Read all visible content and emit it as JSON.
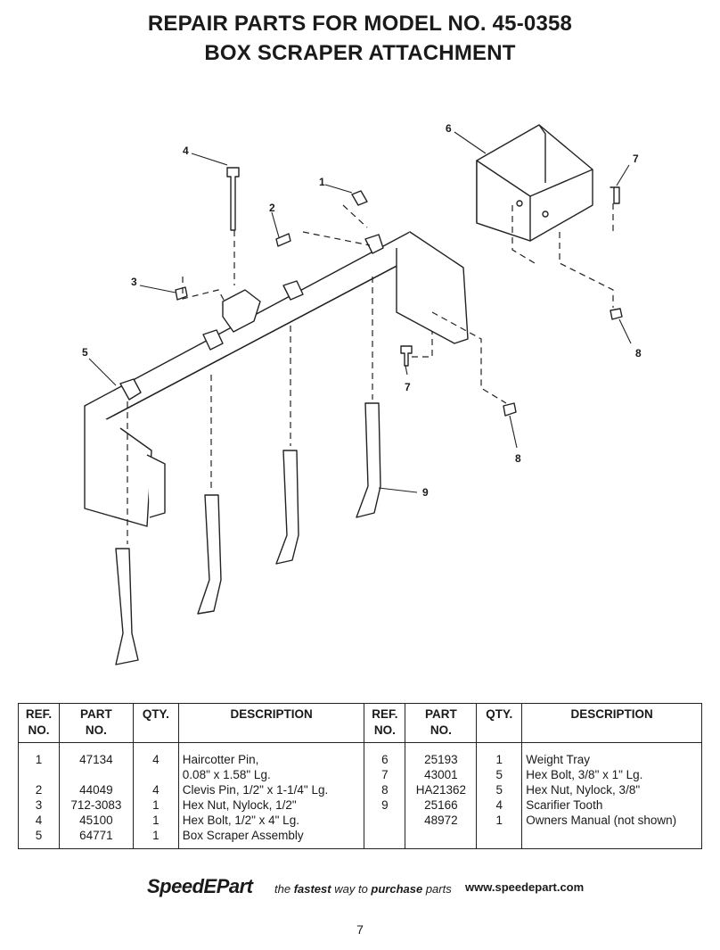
{
  "title": {
    "line1": "REPAIR PARTS FOR MODEL NO. 45-0358",
    "line2": "BOX SCRAPER ATTACHMENT"
  },
  "diagram": {
    "callouts": [
      "1",
      "2",
      "3",
      "4",
      "5",
      "6",
      "7",
      "7",
      "8",
      "8",
      "9"
    ]
  },
  "table": {
    "headers": {
      "ref": "REF.",
      "ref2": "NO.",
      "part": "PART",
      "part2": "NO.",
      "qty": "QTY.",
      "desc": "DESCRIPTION"
    },
    "rows": [
      {
        "l_ref": "1",
        "l_part": "47134",
        "l_qty": "4",
        "l_desc": "Haircotter Pin,",
        "r_ref": "6",
        "r_part": "25193",
        "r_qty": "1",
        "r_desc": "Weight Tray"
      },
      {
        "l_ref": "",
        "l_part": "",
        "l_qty": "",
        "l_desc": "0.08\" x 1.58\" Lg.",
        "r_ref": "7",
        "r_part": "43001",
        "r_qty": "5",
        "r_desc": "Hex Bolt, 3/8\" x 1\" Lg."
      },
      {
        "l_ref": "2",
        "l_part": "44049",
        "l_qty": "4",
        "l_desc": "Clevis Pin, 1/2\" x 1-1/4\" Lg.",
        "r_ref": "8",
        "r_part": "HA21362",
        "r_qty": "5",
        "r_desc": "Hex Nut, Nylock, 3/8\""
      },
      {
        "l_ref": "3",
        "l_part": "712-3083",
        "l_qty": "1",
        "l_desc": "Hex Nut, Nylock, 1/2\"",
        "r_ref": "9",
        "r_part": "25166",
        "r_qty": "4",
        "r_desc": "Scarifier Tooth"
      },
      {
        "l_ref": "4",
        "l_part": "45100",
        "l_qty": "1",
        "l_desc": "Hex Bolt, 1/2\" x 4\" Lg.",
        "r_ref": "",
        "r_part": "48972",
        "r_qty": "1",
        "r_desc": "Owners Manual (not shown)"
      },
      {
        "l_ref": "5",
        "l_part": "64771",
        "l_qty": "1",
        "l_desc": "Box Scraper Assembly",
        "r_ref": "",
        "r_part": "",
        "r_qty": "",
        "r_desc": ""
      }
    ]
  },
  "footer": {
    "brand": "SpeedEPart",
    "tag_pre": "the ",
    "tag_b1": "fastest",
    "tag_mid": " way to ",
    "tag_b2": "purchase",
    "tag_post": " parts",
    "url": "www.speedepart.com"
  },
  "page_number": "7"
}
